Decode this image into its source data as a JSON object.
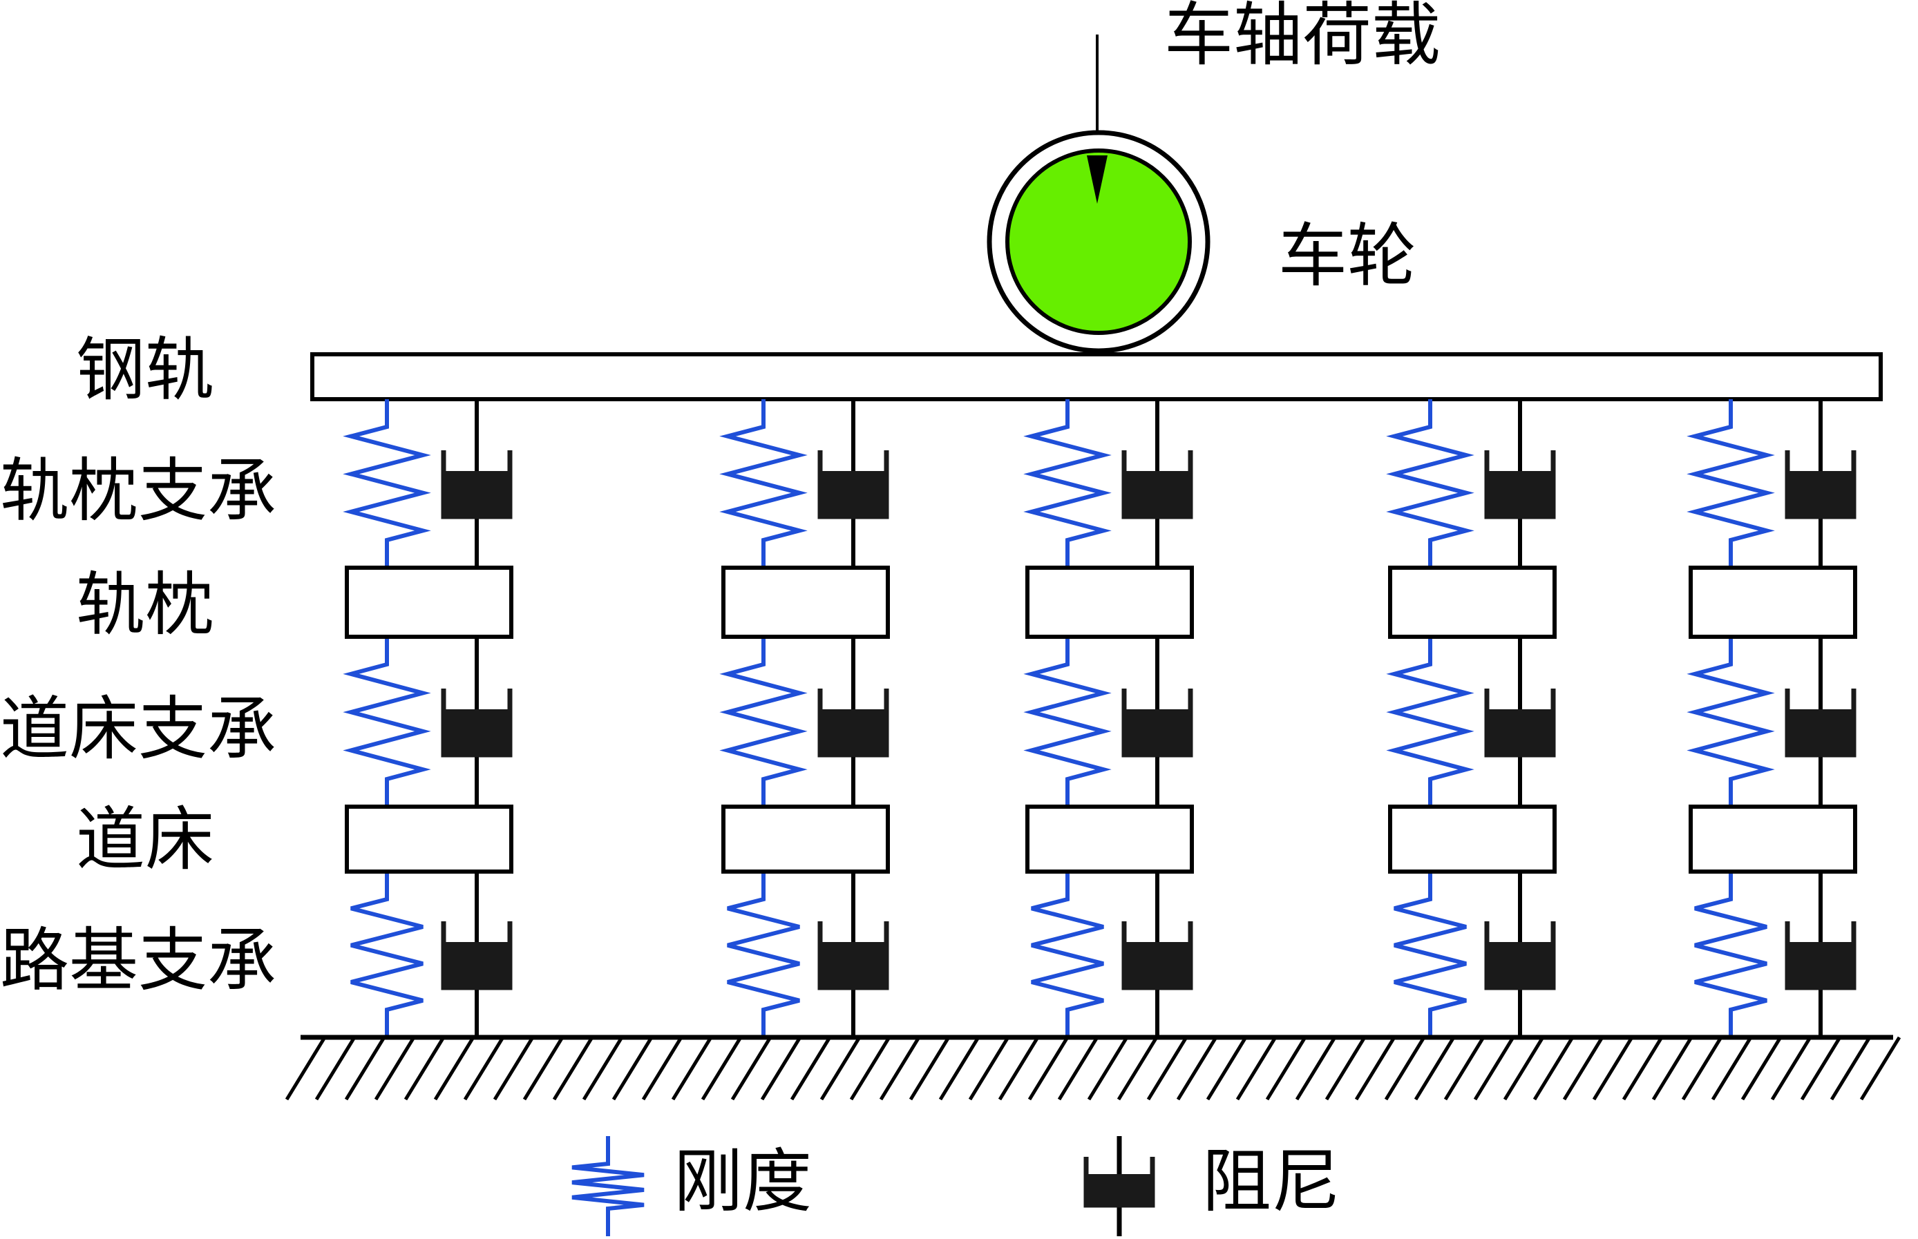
{
  "labels": {
    "axle_load": "车轴荷载",
    "wheel": "车轮",
    "rail": "钢轨",
    "rail_support": "轨枕支承",
    "sleeper": "轨枕",
    "ballast_support": "道床支承",
    "ballast": "道床",
    "subgrade_support": "路基支承"
  },
  "legend": {
    "stiffness": "刚度",
    "damping": "阻尼"
  },
  "colors": {
    "spring": "#1f4fd8",
    "damper": "#1a1a1a",
    "wheel_fill": "#66ee00",
    "line": "#000000",
    "block_fill": "#ffffff"
  },
  "support_count": 5
}
